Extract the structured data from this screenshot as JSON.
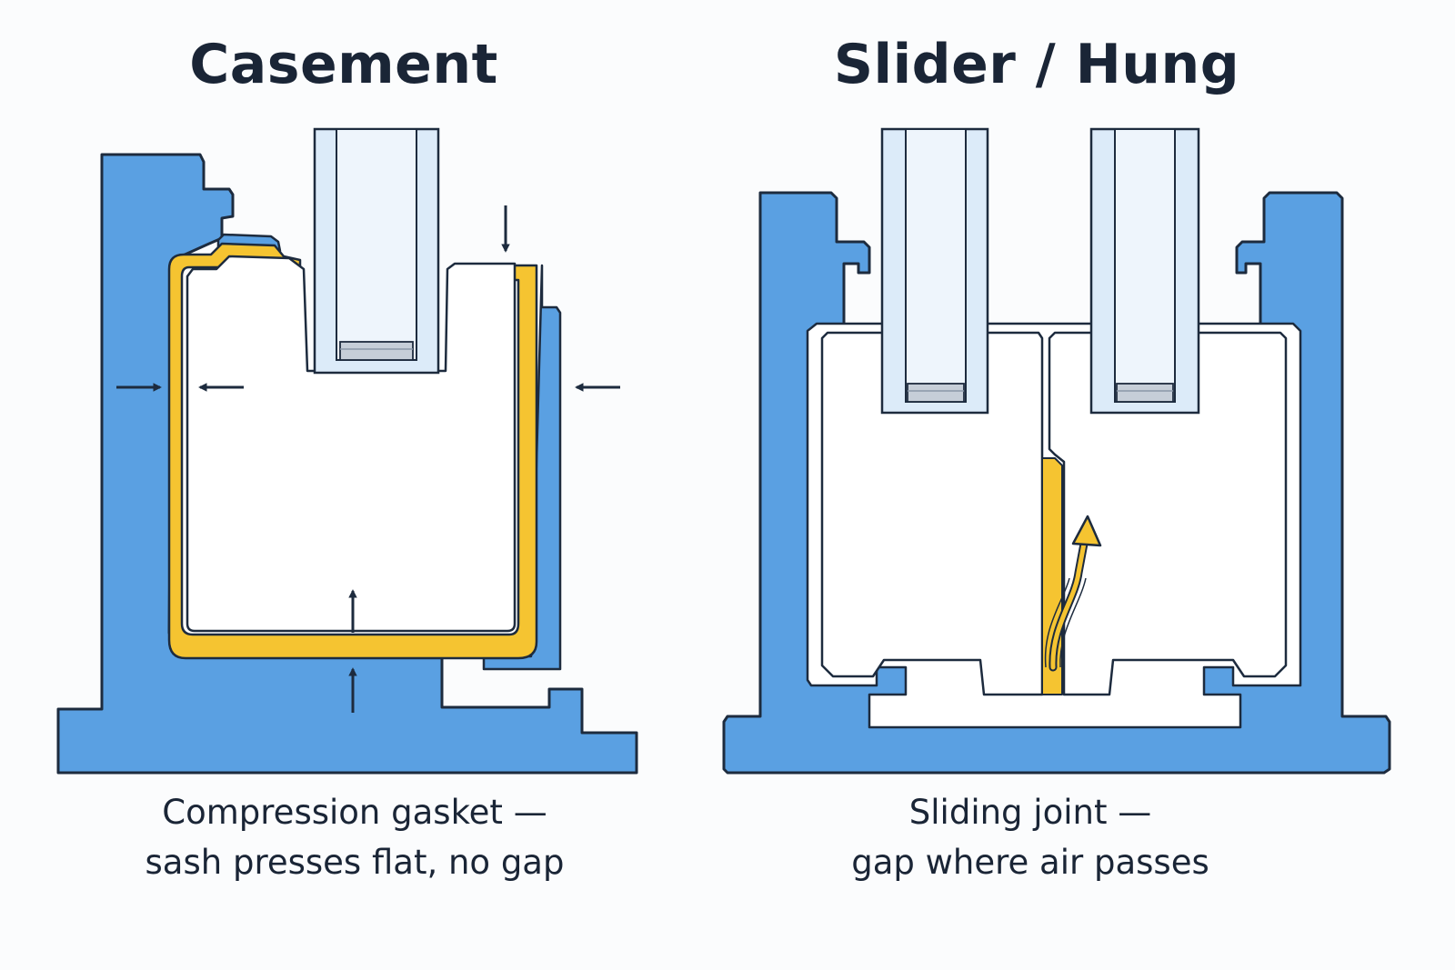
{
  "panels": [
    {
      "title": "Casement",
      "caption_line1": "Compression gasket —",
      "caption_line2": "sash presses flat, no gap"
    },
    {
      "title": "Slider / Hung",
      "caption_line1": "Sliding joint —",
      "caption_line2": "gap where air passes"
    }
  ],
  "colors": {
    "frame": "#5aa0e2",
    "outline": "#1d2b3e",
    "gasket": "#f5c431",
    "glass": "#dcebf9",
    "background": "#fbfcfd"
  }
}
